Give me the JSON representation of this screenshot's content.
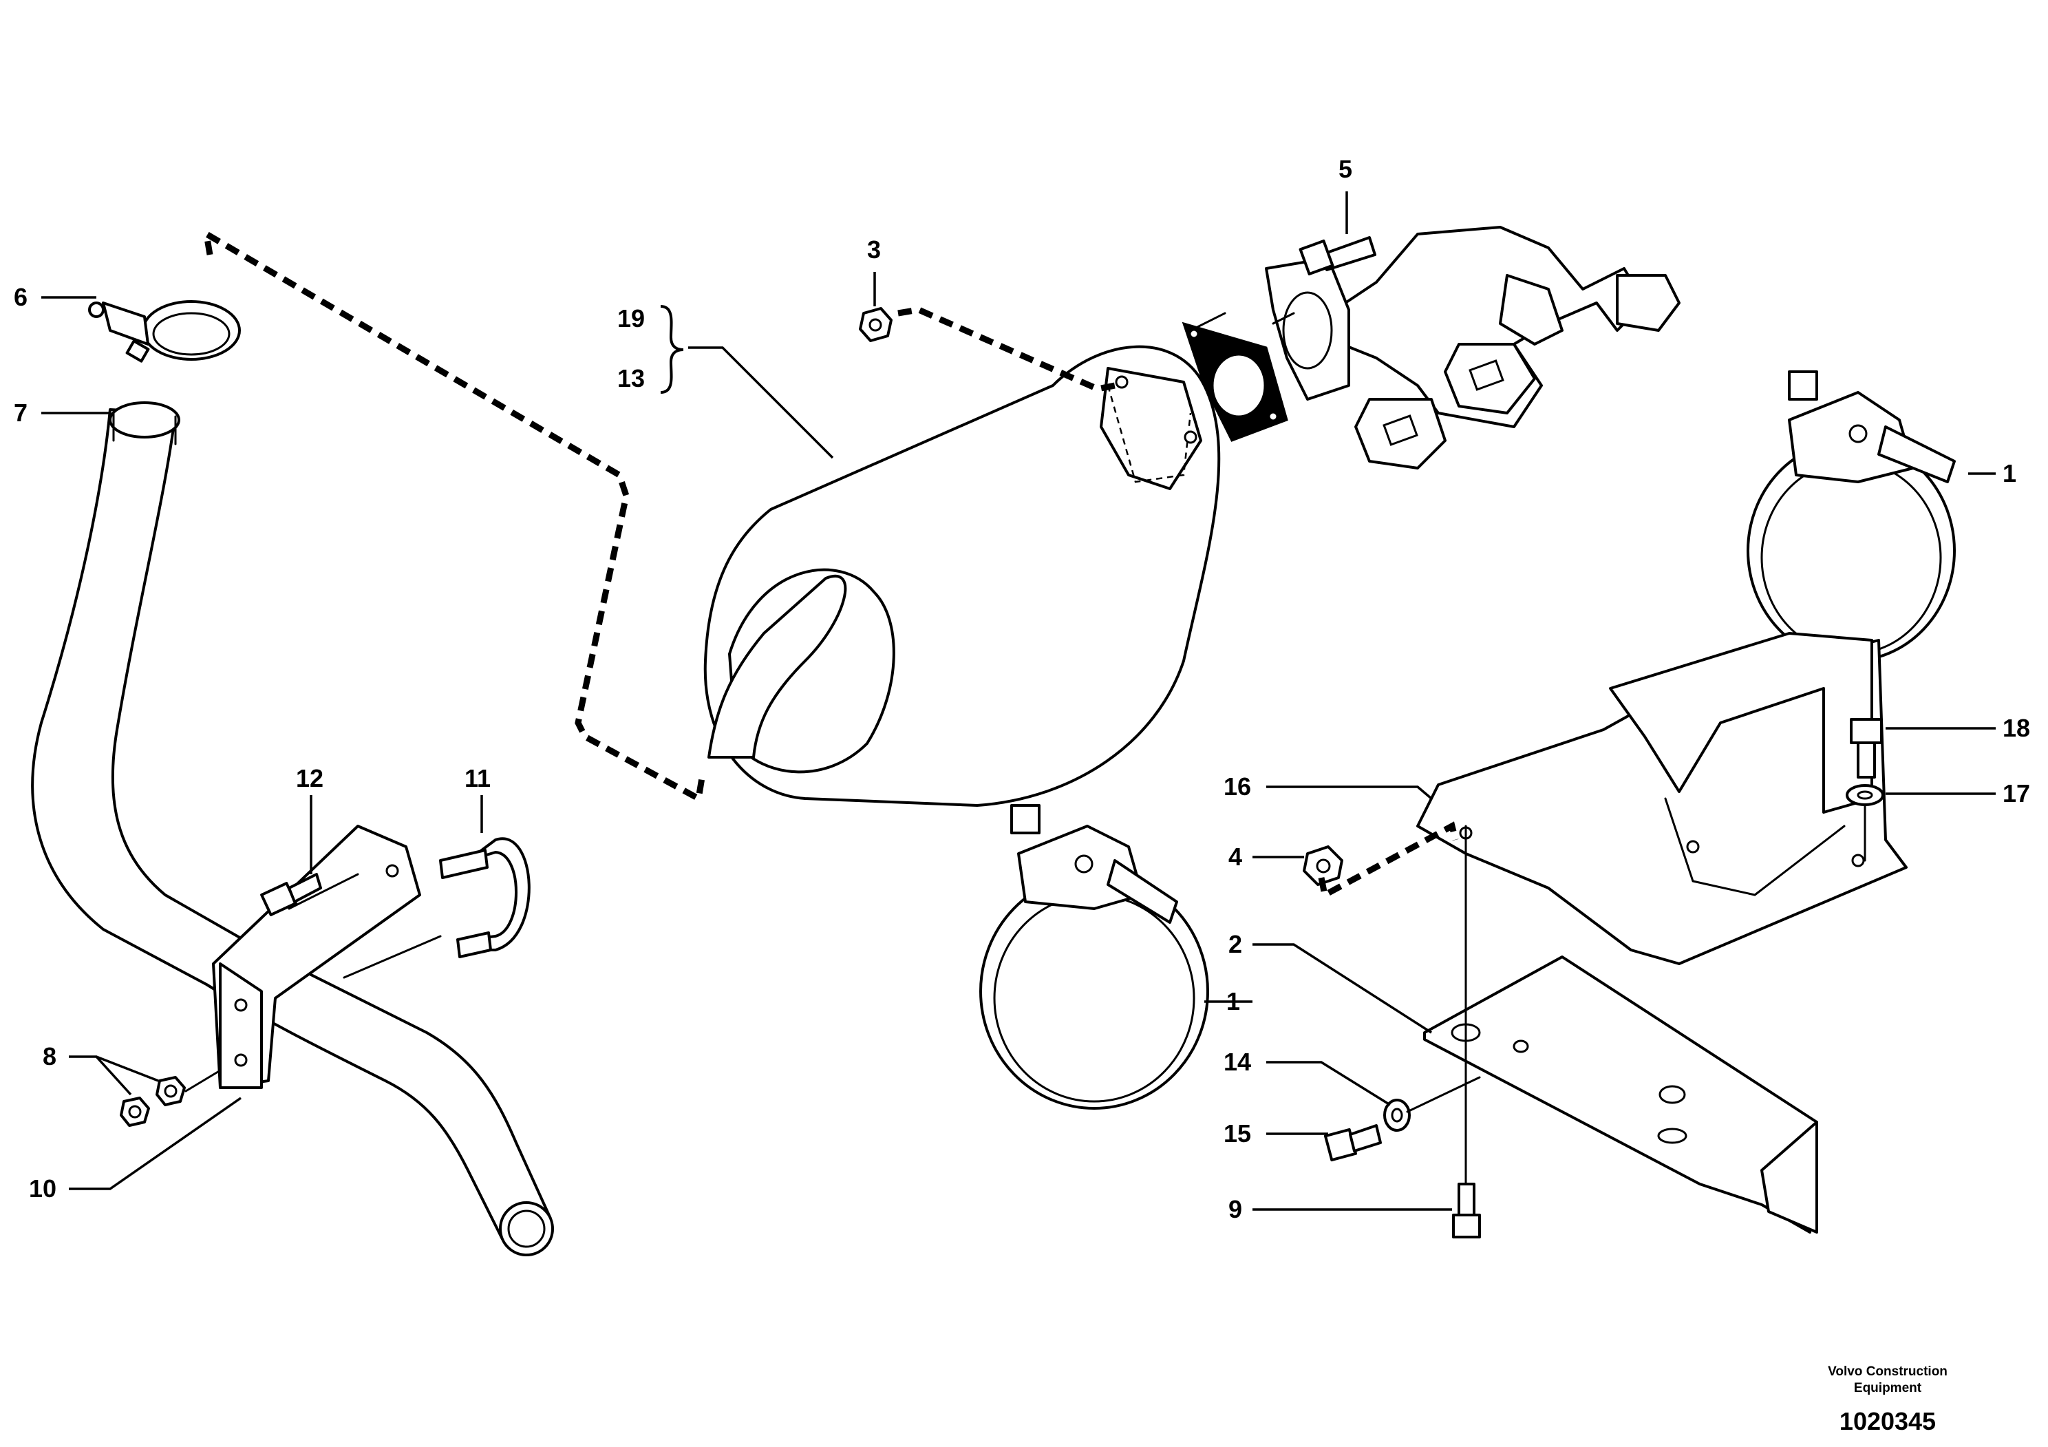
{
  "callouts": [
    {
      "id": "c1a",
      "label": "1"
    },
    {
      "id": "c1b",
      "label": "1"
    },
    {
      "id": "c2",
      "label": "2"
    },
    {
      "id": "c3",
      "label": "3"
    },
    {
      "id": "c4",
      "label": "4"
    },
    {
      "id": "c5",
      "label": "5"
    },
    {
      "id": "c6",
      "label": "6"
    },
    {
      "id": "c7",
      "label": "7"
    },
    {
      "id": "c8",
      "label": "8"
    },
    {
      "id": "c9",
      "label": "9"
    },
    {
      "id": "c10",
      "label": "10"
    },
    {
      "id": "c11",
      "label": "11"
    },
    {
      "id": "c12",
      "label": "12"
    },
    {
      "id": "c13",
      "label": "13"
    },
    {
      "id": "c14",
      "label": "14"
    },
    {
      "id": "c15",
      "label": "15"
    },
    {
      "id": "c16",
      "label": "16"
    },
    {
      "id": "c17",
      "label": "17"
    },
    {
      "id": "c18",
      "label": "18"
    },
    {
      "id": "c19",
      "label": "19"
    }
  ],
  "footer": {
    "company_line1": "Volvo Construction",
    "company_line2": "Equipment",
    "drawing_number": "1020345"
  }
}
